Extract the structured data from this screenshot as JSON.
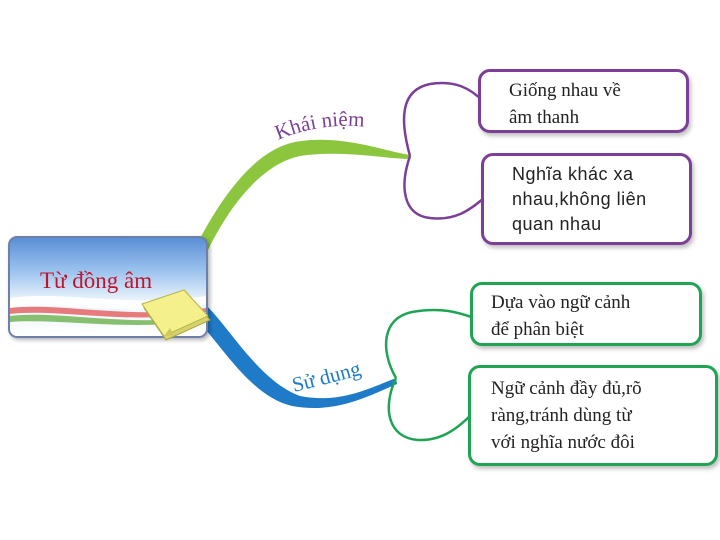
{
  "root": {
    "label": "Từ đồng âm"
  },
  "branches": [
    {
      "label": "Khái niệm",
      "color": "#8cc63f",
      "label_color": "#7b3f97",
      "children": [
        {
          "text": "Giống nhau về\nâm thanh"
        },
        {
          "text": "Nghĩa khác xa\nnhau,không liên\nquan nhau"
        }
      ]
    },
    {
      "label": "Sử dụng",
      "color": "#1f7bc8",
      "label_color": "#1f7bc8",
      "children": [
        {
          "text": "Dựa vào ngữ cảnh\nđể phân biệt"
        },
        {
          "text": "Ngữ cảnh đầy đủ,rõ\nràng,tránh dùng từ\nvới nghĩa nước đôi"
        }
      ]
    }
  ],
  "colors": {
    "purple_connector": "#7b3f97",
    "green_connector": "#1fa454",
    "root_text": "#c0142c"
  }
}
